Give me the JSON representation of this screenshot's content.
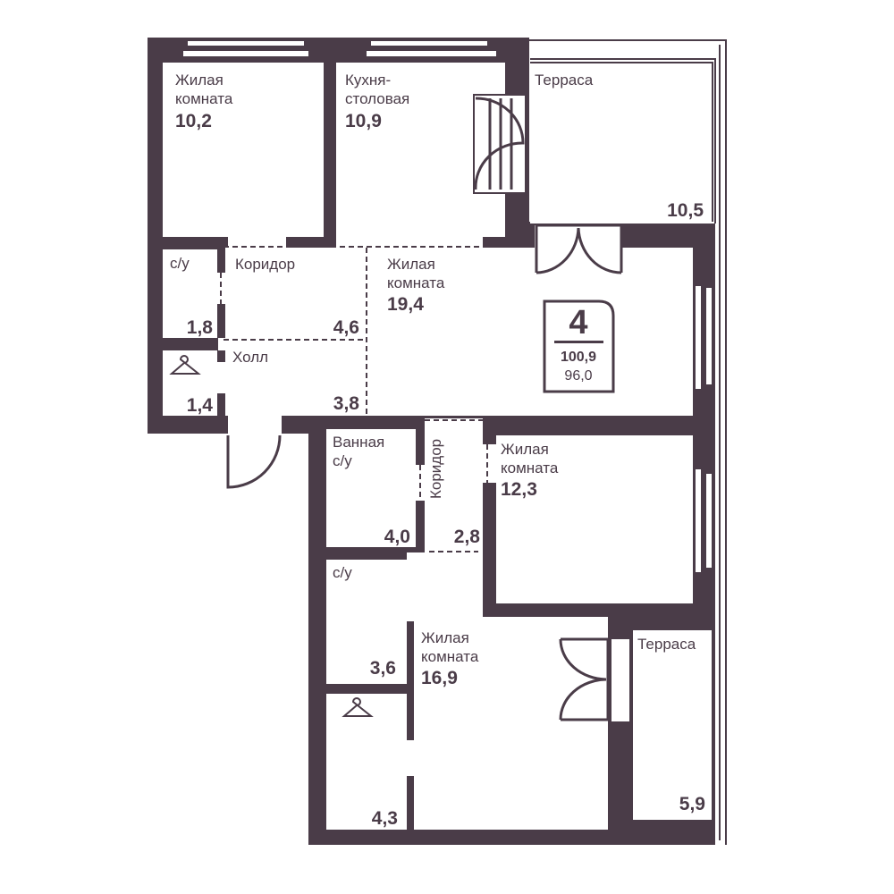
{
  "plan": {
    "rooms_count": "4",
    "total_area": "100,9",
    "living_area": "96,0",
    "color": "#4a3c48"
  },
  "rooms": {
    "bedroom1": {
      "name1": "Жилая",
      "name2": "комната",
      "area": "10,2"
    },
    "kitchen": {
      "name1": "Кухня-",
      "name2": "столовая",
      "area": "10,9"
    },
    "terrace1": {
      "name": "Терраса",
      "area": "10,5"
    },
    "wc1": {
      "name": "с/у",
      "area": "1,8"
    },
    "corridor1": {
      "name": "Коридор",
      "area": "4,6"
    },
    "living": {
      "name1": "Жилая",
      "name2": "комната",
      "area": "19,4"
    },
    "hall": {
      "name": "Холл",
      "area": "1,4"
    },
    "hall2": {
      "area": "3,8"
    },
    "bath": {
      "name1": "Ванная",
      "name2": "с/у",
      "area": "4,0"
    },
    "corridor2": {
      "name": "Коридор",
      "area": "2,8"
    },
    "bedroom2": {
      "name1": "Жилая",
      "name2": "комната",
      "area": "12,3"
    },
    "wc2": {
      "name": "с/у",
      "area": "3,6"
    },
    "bedroom3": {
      "name1": "Жилая",
      "name2": "комната",
      "area": "16,9"
    },
    "closet": {
      "area": "4,3"
    },
    "terrace2": {
      "name": "Терраса",
      "area": "5,9"
    }
  }
}
